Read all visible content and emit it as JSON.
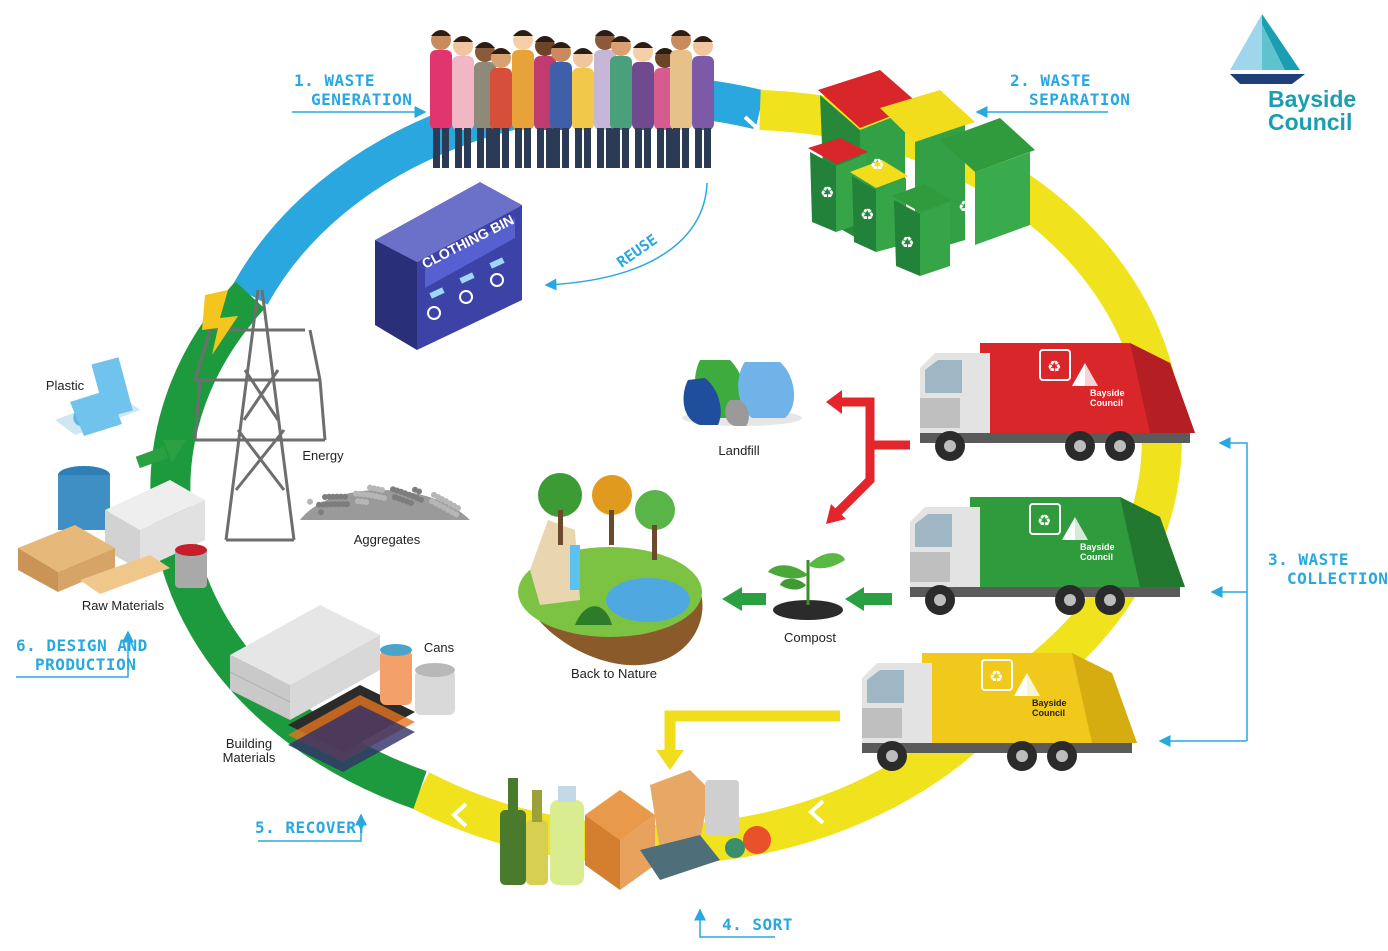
{
  "brand": {
    "line1": "Bayside",
    "line2": "Council",
    "color": "#1a9fb0"
  },
  "stages": [
    {
      "id": "generation",
      "line1": "1. WASTE",
      "line2": "GENERATION",
      "ring_color": "#2aa7de"
    },
    {
      "id": "separation",
      "line1": "2. WASTE",
      "line2": "SEPARATION",
      "ring_color": "#f0e31e"
    },
    {
      "id": "collection",
      "line1": "3. WASTE",
      "line2": "COLLECTION",
      "ring_color": "#f0e31e"
    },
    {
      "id": "sort",
      "line1": "4. SORT",
      "line2": "",
      "ring_color": "#f0e31e"
    },
    {
      "id": "recovery",
      "line1": "5. RECOVERY",
      "line2": "",
      "ring_color": "#1e9a3e"
    },
    {
      "id": "design",
      "line1": "6. DESIGN AND",
      "line2": "PRODUCTION",
      "ring_color": "#1e9a3e"
    }
  ],
  "reuse_label": "REUSE",
  "clothing_bin_label": "CLOTHING BIN",
  "objects": {
    "plastic": "Plastic",
    "energy": "Energy",
    "aggregates": "Aggregates",
    "raw_materials": "Raw Materials",
    "cans": "Cans",
    "building_line1": "Building",
    "building_line2": "Materials",
    "landfill": "Landfill",
    "compost": "Compost",
    "back_to_nature": "Back to Nature"
  },
  "truck_brand_line1": "Bayside",
  "truck_brand_line2": "Council",
  "colors": {
    "label_blue": "#29a8e0",
    "ring_blue": "#2aa7de",
    "ring_yellow": "#f0e31e",
    "ring_green": "#1e9a3e",
    "bin_red": "#d8262a",
    "bin_yellow": "#f1dd1c",
    "bin_green": "#2f9b3d",
    "arrow_red": "#e3262b",
    "arrow_green": "#2aa043",
    "arrow_yellow": "#f1dd1c"
  },
  "icons": [
    "people-group-icon",
    "clothing-bin-icon",
    "wheelie-bins-icon",
    "garbage-truck-icon",
    "landfill-bags-icon",
    "compost-plant-icon",
    "nature-island-icon",
    "recyclables-pile-icon",
    "building-materials-icon",
    "cans-icon",
    "raw-materials-icon",
    "plastic-rolls-icon",
    "power-pylon-icon",
    "aggregates-pile-icon",
    "bayside-council-logo"
  ]
}
